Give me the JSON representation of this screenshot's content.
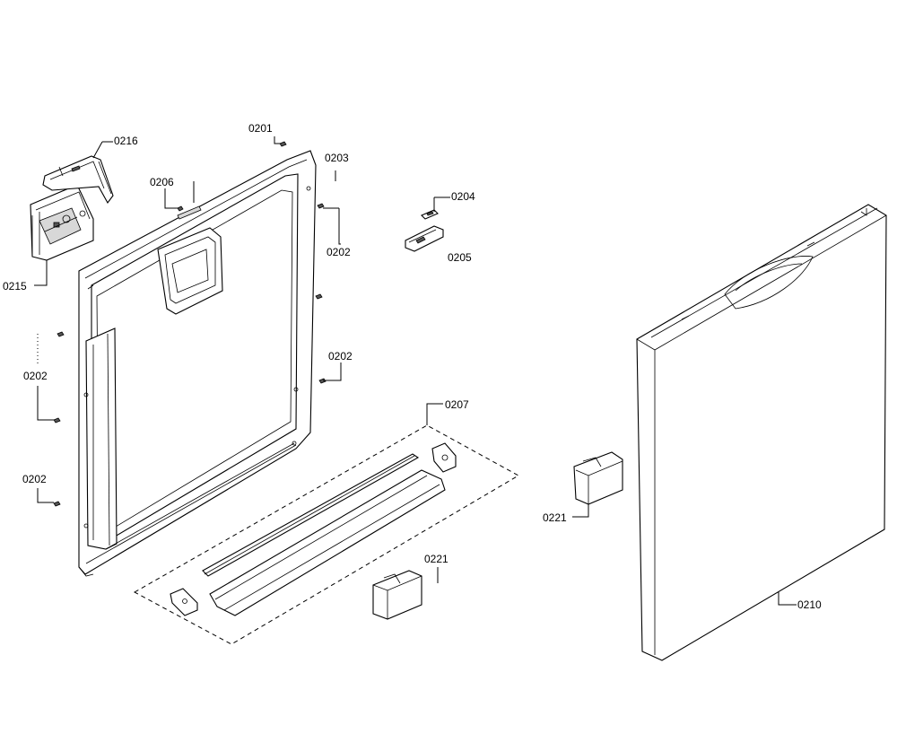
{
  "labels": {
    "l0201": "0201",
    "l0203": "0203",
    "l0216": "0216",
    "l0206": "0206",
    "l0204": "0204",
    "l0205": "0205",
    "l0215": "0215",
    "l0202_a": "0202",
    "l0202_b": "0202",
    "l0202_c": "0202",
    "l0202_d": "0202",
    "l0207": "0207",
    "l0221_a": "0221",
    "l0221_b": "0221",
    "l0210": "0210"
  }
}
